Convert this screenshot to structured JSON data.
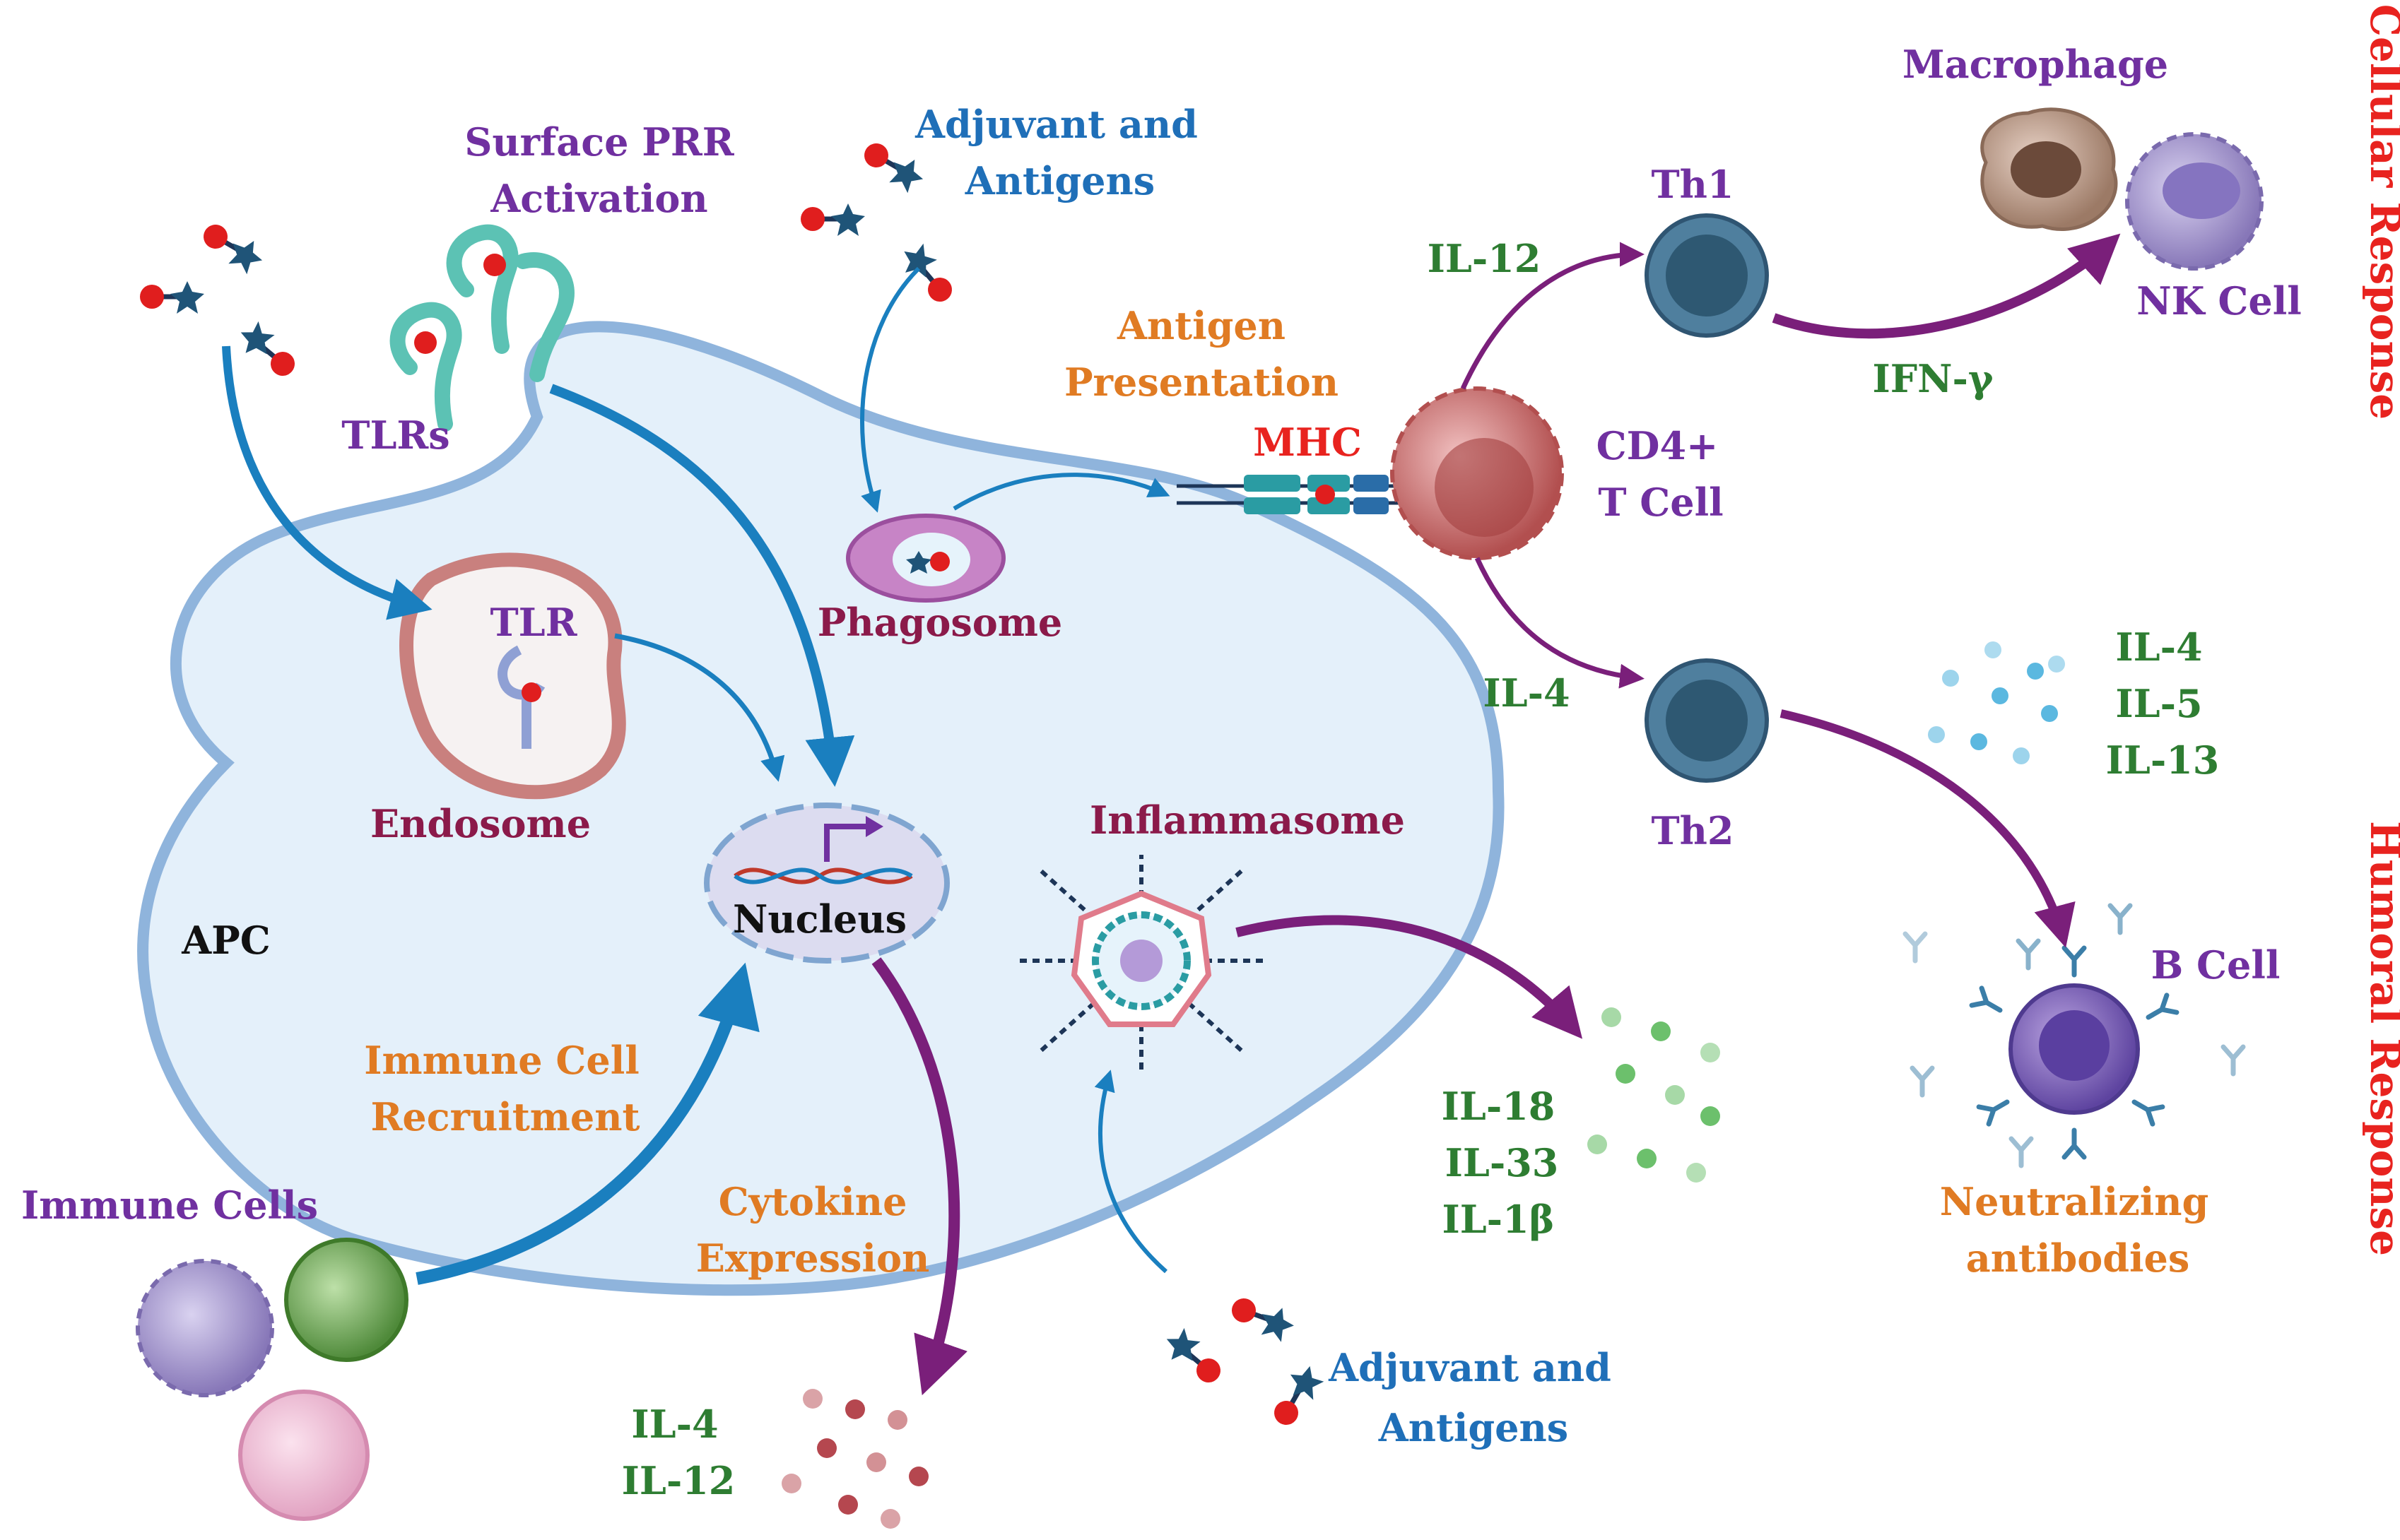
{
  "labels": {
    "surface_prr_1": "Surface PRR",
    "surface_prr_2": "Activation",
    "adjuvant_top_1": "Adjuvant and",
    "adjuvant_top_2": "Antigens",
    "tlrs": "TLRs",
    "tlr": "TLR",
    "endosome": "Endosome",
    "apc": "APC",
    "nucleus": "Nucleus",
    "phagosome": "Phagosome",
    "antigen_presentation_1": "Antigen",
    "antigen_presentation_2": "Presentation",
    "mhc": "MHC",
    "cd4_1": "CD4+",
    "cd4_2": "T Cell",
    "il12_th1": "IL-12",
    "th1": "Th1",
    "ifn_gamma": "IFN-γ",
    "macrophage": "Macrophage",
    "nk_cell": "NK Cell",
    "cellular_response": "Cellular Response",
    "il4_th2": "IL-4",
    "th2": "Th2",
    "il4_th2_cyto": "IL-4",
    "il5_th2_cyto": "IL-5",
    "il13_th2_cyto": "IL-13",
    "humoral_response": "Humoral Response",
    "b_cell": "B Cell",
    "neutralizing_1": "Neutralizing",
    "neutralizing_2": "antibodies",
    "inflammasome": "Inflammasome",
    "il18": "IL-18",
    "il33": "IL-33",
    "il1b": "IL-1β",
    "immune_cell_recruitment_1": "Immune Cell",
    "immune_cell_recruitment_2": "Recruitment",
    "immune_cells": "Immune Cells",
    "cytokine_expression_1": "Cytokine",
    "cytokine_expression_2": "Expression",
    "il4_bottom": "IL-4",
    "il12_bottom": "IL-12",
    "adjuvant_bottom_1": "Adjuvant and",
    "adjuvant_bottom_2": "Antigens"
  },
  "colors": {
    "purple_label": "#7030a0",
    "blue_label": "#1f6fb8",
    "orange_label": "#e07b23",
    "green_label": "#2e7d32",
    "maroon_label": "#8b1a4a",
    "red_label": "#e8231f",
    "apc_fill": "#e4f0fa",
    "apc_stroke": "#8fb4dc",
    "blue_arrow": "#1a7fbf",
    "purple_arrow": "#7a1f7a",
    "th_cell": "#4f7f9e",
    "cd4_cell": "#c96b6b",
    "b_cell": "#7b5fb3"
  },
  "icons": [
    "antigen-star-icon",
    "red-dot-icon",
    "tlr-receptor-icon",
    "antibody-icon",
    "dna-icon"
  ]
}
